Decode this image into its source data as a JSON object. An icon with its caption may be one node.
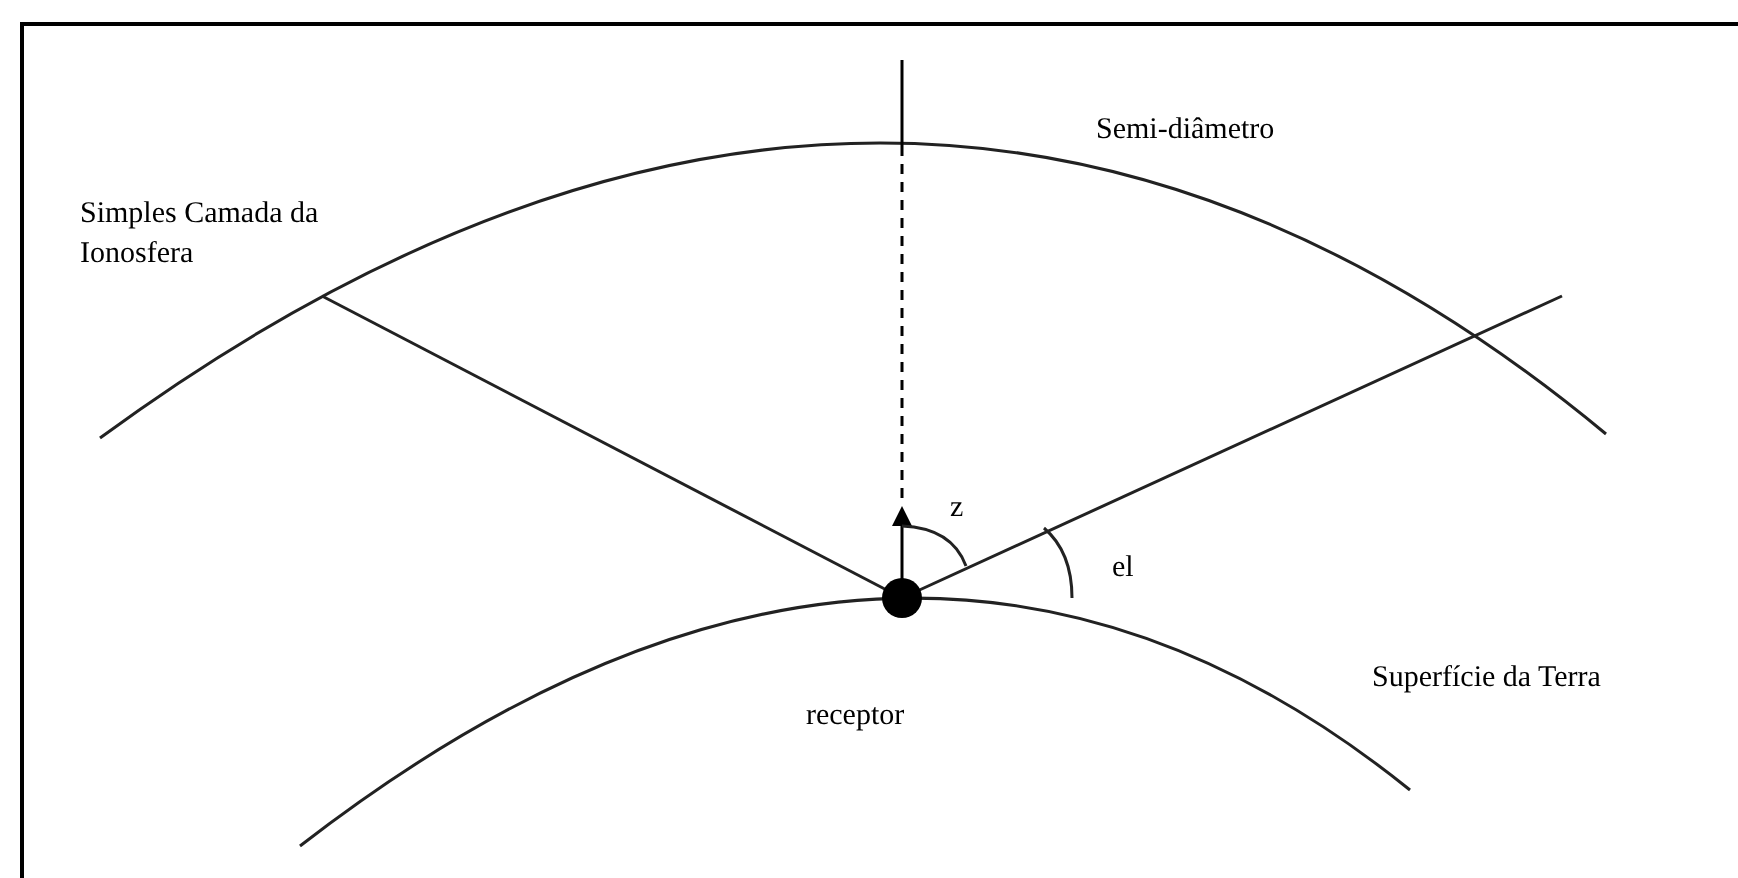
{
  "diagram": {
    "nodes": [
      {
        "text": [],
        "shape": "circle",
        "beside": [
          "receptor"
        ]
      }
    ],
    "labels": [
      "Simples Camada da Ionosfera",
      "Semi-diâmetro",
      "z",
      "el",
      "Superfície da Terra"
    ]
  }
}
